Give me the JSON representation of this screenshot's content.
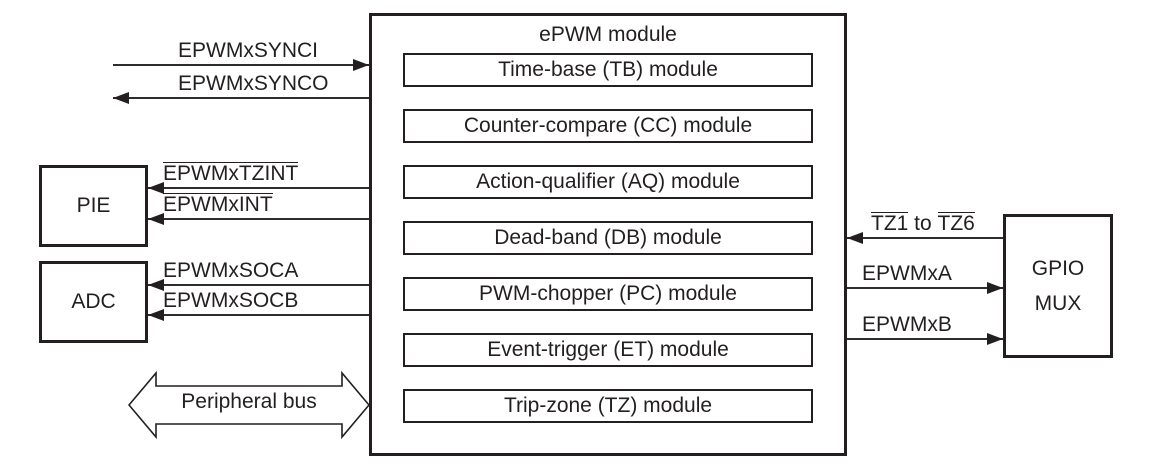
{
  "diagram": {
    "title": "ePWM module",
    "submodules": [
      {
        "label": "Time-base (TB) module"
      },
      {
        "label": "Counter-compare (CC) module"
      },
      {
        "label": "Action-qualifier (AQ) module"
      },
      {
        "label": "Dead-band (DB) module"
      },
      {
        "label": "PWM-chopper (PC) module"
      },
      {
        "label": "Event-trigger (ET) module"
      },
      {
        "label": "Trip-zone (TZ) module"
      }
    ],
    "blocks": {
      "pie": "PIE",
      "adc": "ADC",
      "gpio_line1": "GPIO",
      "gpio_line2": "MUX"
    },
    "signals": {
      "synci": "EPWMxSYNCI",
      "synco": "EPWMxSYNCO",
      "tzint": "EPWMxTZINT",
      "int": "EPWMxINT",
      "soca": "EPWMxSOCA",
      "socb": "EPWMxSOCB",
      "tz_start": "TZ1",
      "tz_mid": " to ",
      "tz_end": "TZ6",
      "epwma": "EPWMxA",
      "epwmb": "EPWMxB",
      "bus": "Peripheral bus"
    },
    "colors": {
      "ink": "#231f20",
      "background": "#ffffff"
    }
  }
}
